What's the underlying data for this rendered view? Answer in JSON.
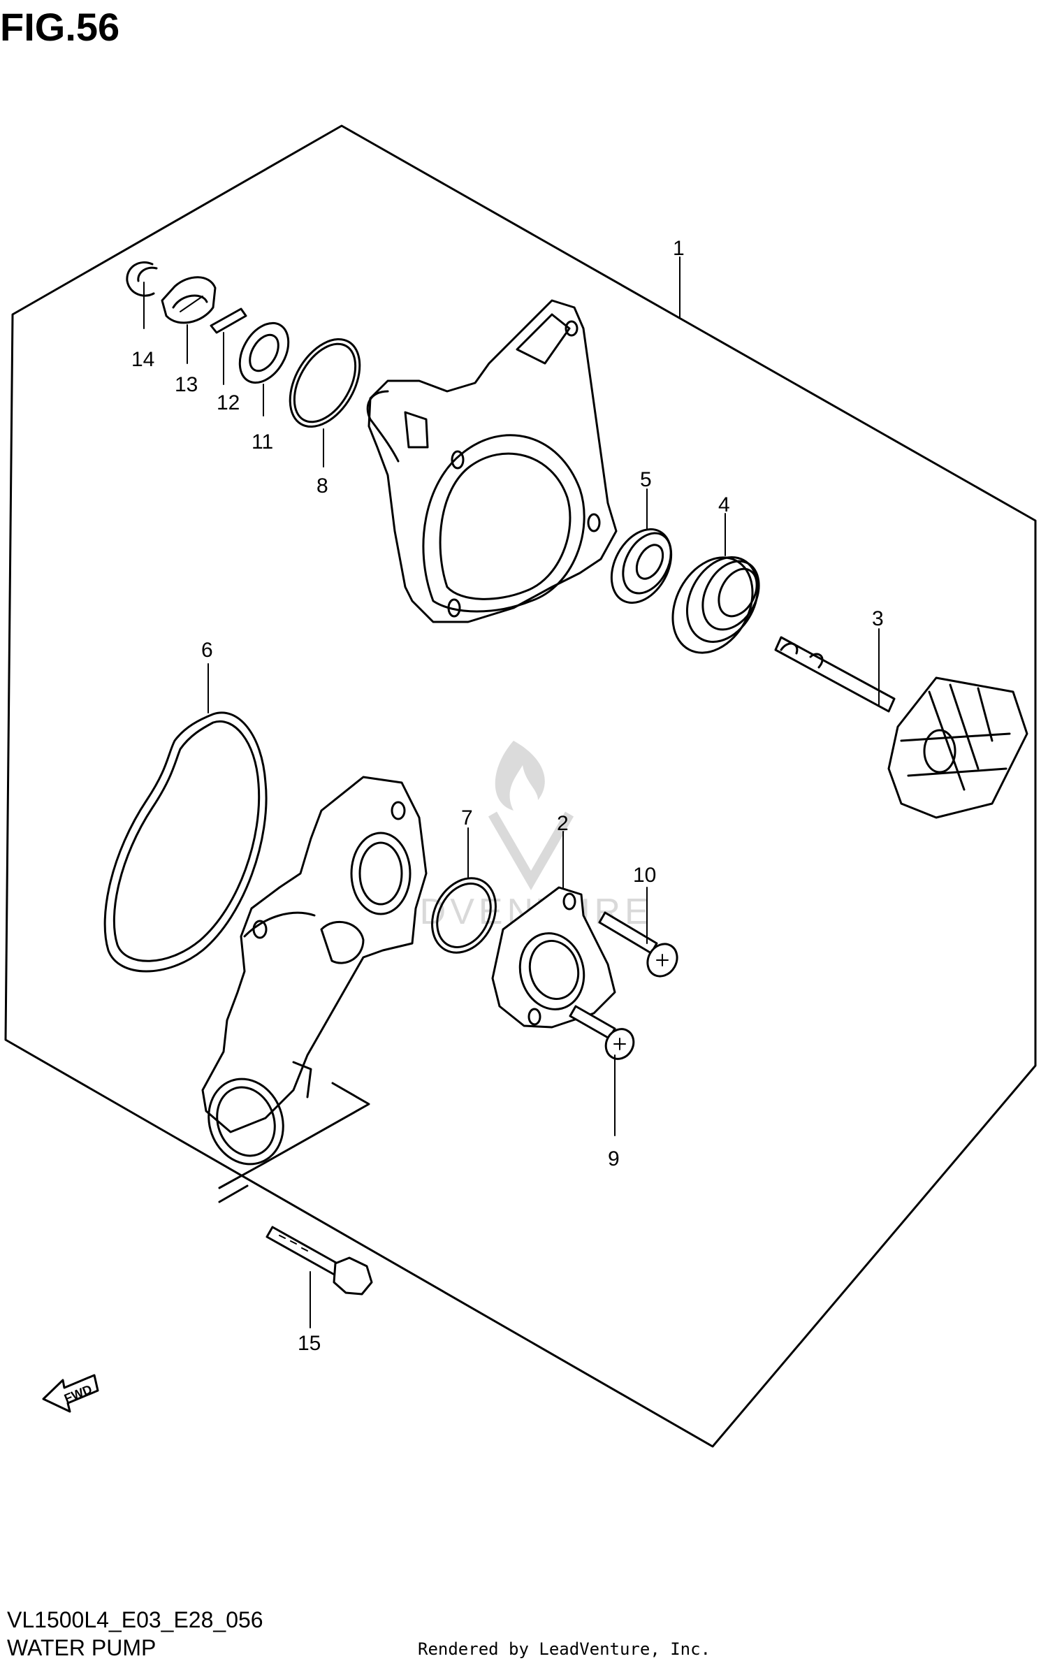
{
  "figure": {
    "title": "FIG.56",
    "model_code": "VL1500L4_E03_E28_056",
    "section_title": "WATER PUMP",
    "credit": "Rendered by LeadVenture, Inc.",
    "watermark": "ADVENTURE",
    "fwd_label": "FWD"
  },
  "callouts": [
    {
      "id": "1",
      "label": "1",
      "part": "pump body"
    },
    {
      "id": "2",
      "label": "2",
      "part": "outlet elbow"
    },
    {
      "id": "3",
      "label": "3",
      "part": "impeller shaft"
    },
    {
      "id": "4",
      "label": "4",
      "part": "mechanical seal"
    },
    {
      "id": "5",
      "label": "5",
      "part": "oil seal"
    },
    {
      "id": "6",
      "label": "6",
      "part": "gasket"
    },
    {
      "id": "7",
      "label": "7",
      "part": "o-ring"
    },
    {
      "id": "8",
      "label": "8",
      "part": "o-ring"
    },
    {
      "id": "9",
      "label": "9",
      "part": "screw"
    },
    {
      "id": "10",
      "label": "10",
      "part": "screw"
    },
    {
      "id": "11",
      "label": "11",
      "part": "washer"
    },
    {
      "id": "12",
      "label": "12",
      "part": "pin"
    },
    {
      "id": "13",
      "label": "13",
      "part": "driven gear"
    },
    {
      "id": "14",
      "label": "14",
      "part": "e-ring"
    },
    {
      "id": "15",
      "label": "15",
      "part": "bolt"
    }
  ]
}
